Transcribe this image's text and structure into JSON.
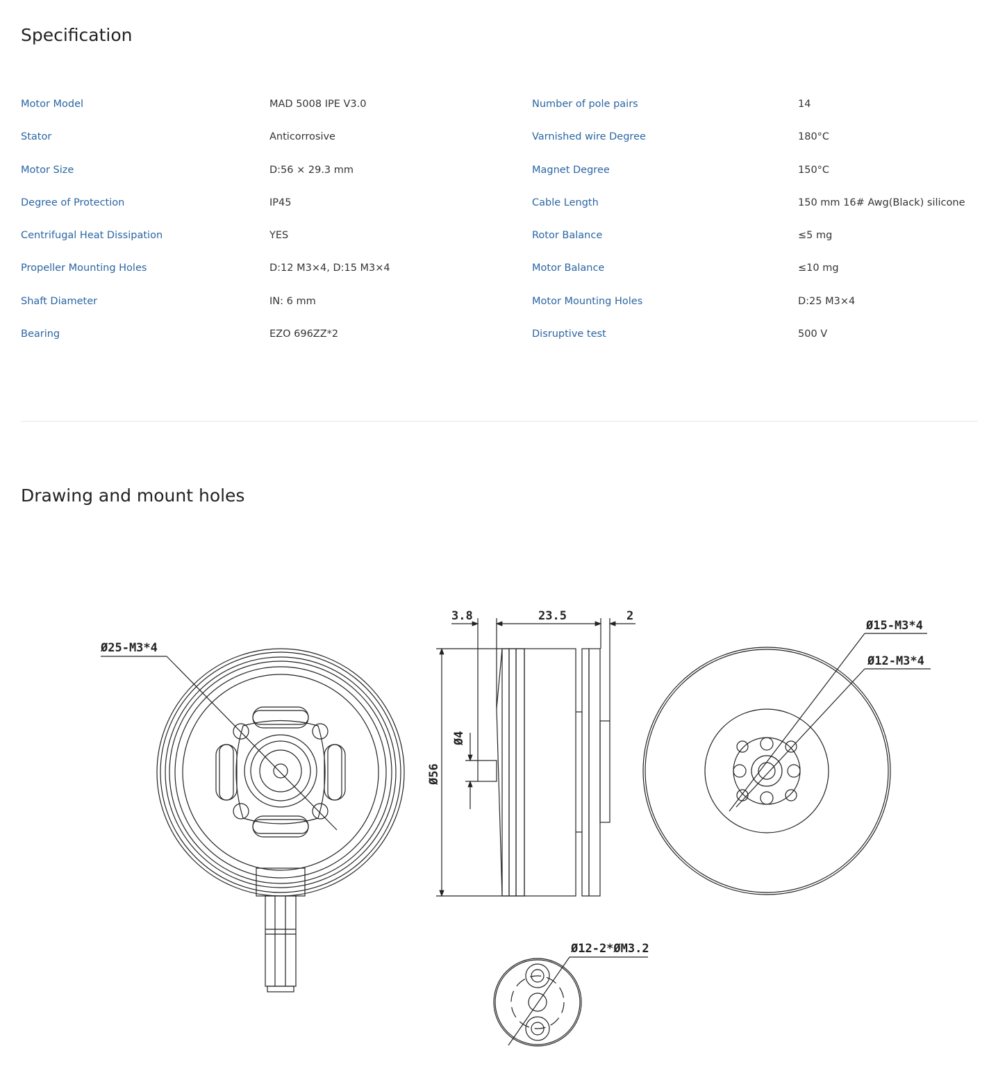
{
  "sections": {
    "specification_title": "Specification",
    "drawing_title": "Drawing and mount holes"
  },
  "spec_rows": [
    {
      "label_left": "Motor Model",
      "value_left": "MAD 5008 IPE V3.0",
      "label_right": "Number of pole pairs",
      "value_right": "14"
    },
    {
      "label_left": "Stator",
      "value_left": "Anticorrosive",
      "label_right": "Varnished wire Degree",
      "value_right": "180°C"
    },
    {
      "label_left": "Motor Size",
      "value_left": "D:56 × 29.3 mm",
      "label_right": "Magnet Degree",
      "value_right": "150°C"
    },
    {
      "label_left": "Degree of Protection",
      "value_left": "IP45",
      "label_right": "Cable Length",
      "value_right": "150 mm 16# Awg(Black) silicone"
    },
    {
      "label_left": "Centrifugal Heat Dissipation",
      "value_left": "YES",
      "label_right": "Rotor Balance",
      "value_right": "≤5 mg"
    },
    {
      "label_left": "Propeller Mounting Holes",
      "value_left": "D:12 M3×4,  D:15 M3×4",
      "label_right": "Motor Balance",
      "value_right": "≤10 mg"
    },
    {
      "label_left": "Shaft Diameter",
      "value_left": "IN: 6 mm",
      "label_right": "Motor Mounting Holes",
      "value_right": "D:25 M3×4"
    },
    {
      "label_left": "Bearing",
      "value_left": "EZO 696ZZ*2",
      "label_right": "Disruptive test",
      "value_right": "500 V"
    }
  ],
  "drawing": {
    "dim_mount_holes": "Ø25-M3*4",
    "dim_top_left": "3.8",
    "dim_top_mid": "23.5",
    "dim_top_right": "2",
    "dim_shaft": "Ø4",
    "dim_diameter": "Ø56",
    "dim_prop_15": "Ø15-M3*4",
    "dim_prop_12": "Ø12-M3*4",
    "dim_adapter": "Ø12-2*ØM3.2"
  },
  "colors": {
    "label": "#2a65a3",
    "value": "#333333",
    "line": "#222222",
    "divider": "#e6e6e6"
  }
}
